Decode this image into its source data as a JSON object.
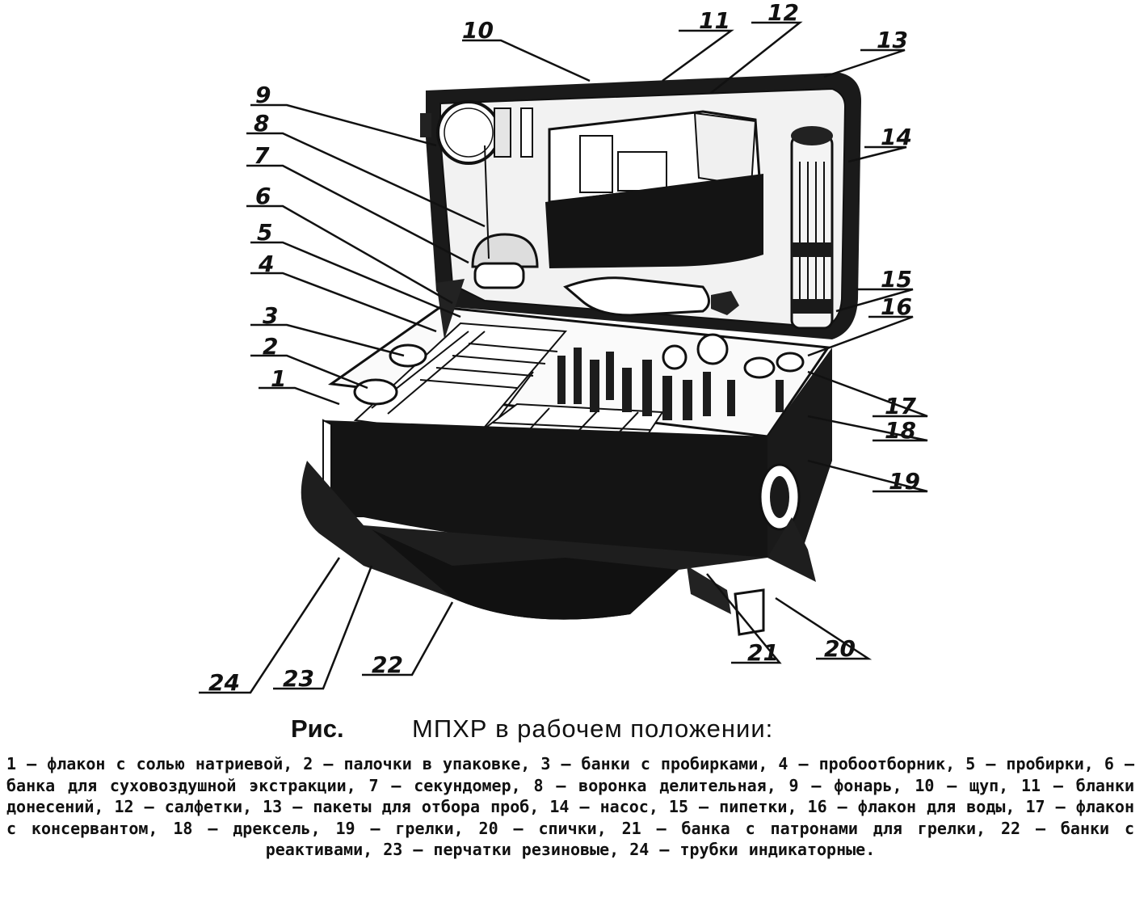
{
  "figure": {
    "callouts": [
      "1",
      "2",
      "3",
      "4",
      "5",
      "6",
      "7",
      "8",
      "9",
      "10",
      "11",
      "12",
      "13",
      "14",
      "15",
      "16",
      "17",
      "18",
      "19",
      "20",
      "21",
      "22",
      "23",
      "24"
    ]
  },
  "caption": {
    "prefix": "Рис.",
    "title": "МПХР в рабочем положении:"
  },
  "legend_text": "1 — флакон с солью натриевой, 2 — палочки в упаковке, 3 — банки с пробирками, 4 — пробоотборник, 5 — пробирки, 6 — банка для суховоздушной экстракции, 7 — секундомер, 8 — воронка делительная, 9 — фонарь, 10 — щуп, 11 — бланки донесений, 12 — салфетки, 13 — пакеты для отбора проб, 14 — насос, 15 — пипетки, 16 — флакон для воды, 17 — флакон с консервантом, 18 — дрексель, 19 — грелки, 20 — спички, 21 — банка с патронами для грелки, 22 — банки с реактивами, 23 — перчатки резиновые, 24 — трубки индикаторные."
}
